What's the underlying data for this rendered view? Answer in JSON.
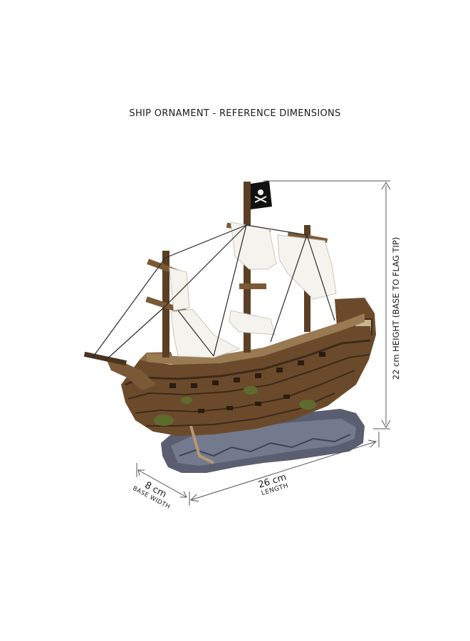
{
  "title": "SHIP ORNAMENT - REFERENCE DIMENSIONS",
  "dimensions": {
    "length": {
      "value": "26 cm",
      "label": "LENGTH"
    },
    "width": {
      "value": "8 cm",
      "label": "BASE WIDTH"
    },
    "height": {
      "label": "22 cm HEIGHT (BASE TO FLAG TIP)"
    }
  },
  "colors": {
    "hull_wood": "#6b4a2b",
    "hull_dark": "#3e2a18",
    "sail": "#f4f3ee",
    "rock": "#5a5e70",
    "moss": "#5f6b2e",
    "flag": "#111111",
    "dimension_line": "#555555"
  },
  "icons": {
    "flag_emblem": "skull-and-crossbones-icon"
  }
}
